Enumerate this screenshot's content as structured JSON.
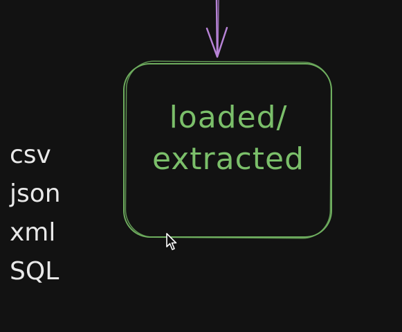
{
  "diagram": {
    "box_label_lines": [
      "loaded/",
      "extracted"
    ],
    "formats": [
      "csv",
      "json",
      "xml",
      "SQL"
    ],
    "colors": {
      "background": "#121212",
      "box_stroke": "#6fae5f",
      "box_text": "#7bbf6a",
      "arrow": "#b783d6",
      "format_text": "#e9e9e9"
    }
  }
}
